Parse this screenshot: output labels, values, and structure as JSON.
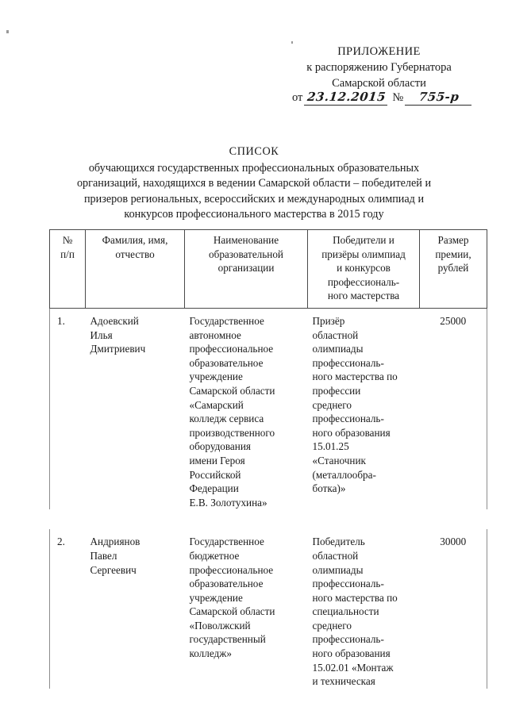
{
  "header": {
    "line1": "ПРИЛОЖЕНИЕ",
    "line2": "к распоряжению Губернатора",
    "line3": "Самарской области",
    "date_label": "от",
    "date_value": "23.12.2015",
    "number_label": "№",
    "number_value": "755-р"
  },
  "title": {
    "main": "СПИСОК",
    "line1": "обучающихся государственных профессиональных образовательных",
    "line2": "организаций, находящихся в ведении Самарской области – победителей и",
    "line3": "призеров региональных, всероссийских и международных олимпиад и",
    "line4": "конкурсов профессионального мастерства в 2015 году"
  },
  "table": {
    "columns": [
      {
        "key": "num",
        "header_lines": [
          "№",
          "п/п"
        ]
      },
      {
        "key": "fio",
        "header_lines": [
          "Фамилия, имя,",
          "отчество"
        ]
      },
      {
        "key": "org",
        "header_lines": [
          "Наименование",
          "образовательной",
          "организации"
        ]
      },
      {
        "key": "ach",
        "header_lines": [
          "Победители и",
          "призёры олимпиад",
          "и конкурсов",
          "профессиональ-",
          "ного мастерства"
        ]
      },
      {
        "key": "prem",
        "header_lines": [
          "Размер",
          "премии,",
          "рублей"
        ]
      }
    ],
    "rows": [
      {
        "num": "1.",
        "fio_lines": [
          "Адоевский",
          "Илья",
          "Дмитриевич"
        ],
        "org_lines": [
          "Государственное",
          "автономное",
          "профессиональное",
          "образовательное",
          "учреждение",
          "Самарской области",
          "«Самарский",
          "колледж сервиса",
          "производственного",
          "оборудования",
          "имени Героя",
          "Российской",
          "Федерации",
          "Е.В. Золотухина»"
        ],
        "ach_lines": [
          "Призёр",
          "областной",
          "олимпиады",
          "профессиональ-",
          "ного мастерства по",
          "профессии",
          "среднего",
          "профессиональ-",
          "ного образования",
          "15.01.25",
          "«Станочник",
          "(металлообра-",
          "ботка)»"
        ],
        "prem": "25000"
      },
      {
        "num": "2.",
        "fio_lines": [
          "Андриянов",
          "Павел",
          "Сергеевич"
        ],
        "org_lines": [
          "Государственное",
          "бюджетное",
          "профессиональное",
          "образовательное",
          "учреждение",
          "Самарской области",
          "«Поволжский",
          "государственный",
          "колледж»"
        ],
        "ach_lines": [
          "Победитель",
          "областной",
          "олимпиады",
          "профессиональ-",
          "ного мастерства по",
          "специальности",
          "среднего",
          "профессиональ-",
          "ного образования",
          "15.02.01 «Монтаж",
          "и техническая"
        ],
        "prem": "30000"
      }
    ]
  }
}
